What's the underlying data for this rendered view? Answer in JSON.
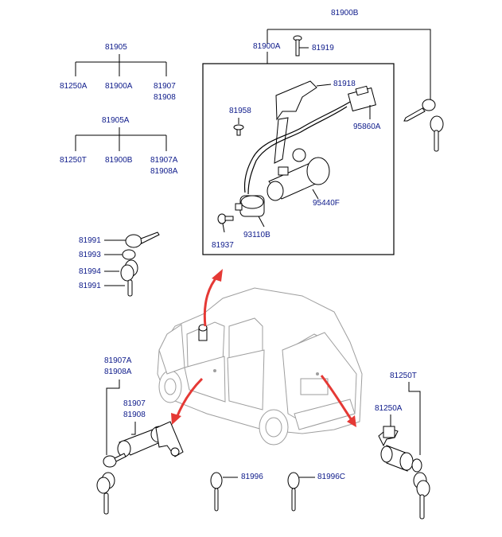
{
  "labels": {
    "p81900B": "81900B",
    "p81900A": "81900A",
    "p81919": "81919",
    "p81918": "81918",
    "p81958": "81958",
    "p95860A": "95860A",
    "p95440F": "95440F",
    "p93110B": "93110B",
    "p81937": "81937",
    "p81905": "81905",
    "p81250A_a": "81250A",
    "p81900A_b": "81900A",
    "p81907_a": "81907",
    "p81908_a": "81908",
    "p81905A": "81905A",
    "p81250T_a": "81250T",
    "p81900B_b": "81900B",
    "p81907A_a": "81907A",
    "p81908A_a": "81908A",
    "p81991_a": "81991",
    "p81993": "81993",
    "p81994": "81994",
    "p81991_b": "81991",
    "p81907A_b": "81907A",
    "p81908A_b": "81908A",
    "p81907_b": "81907",
    "p81908_b": "81908",
    "p81996": "81996",
    "p81996C": "81996C",
    "p81250T_b": "81250T",
    "p81250A_b": "81250A"
  },
  "colors": {
    "label": "#1a237e",
    "line": "#000000",
    "arrow": "#e53935",
    "car": "#9e9e9e"
  }
}
